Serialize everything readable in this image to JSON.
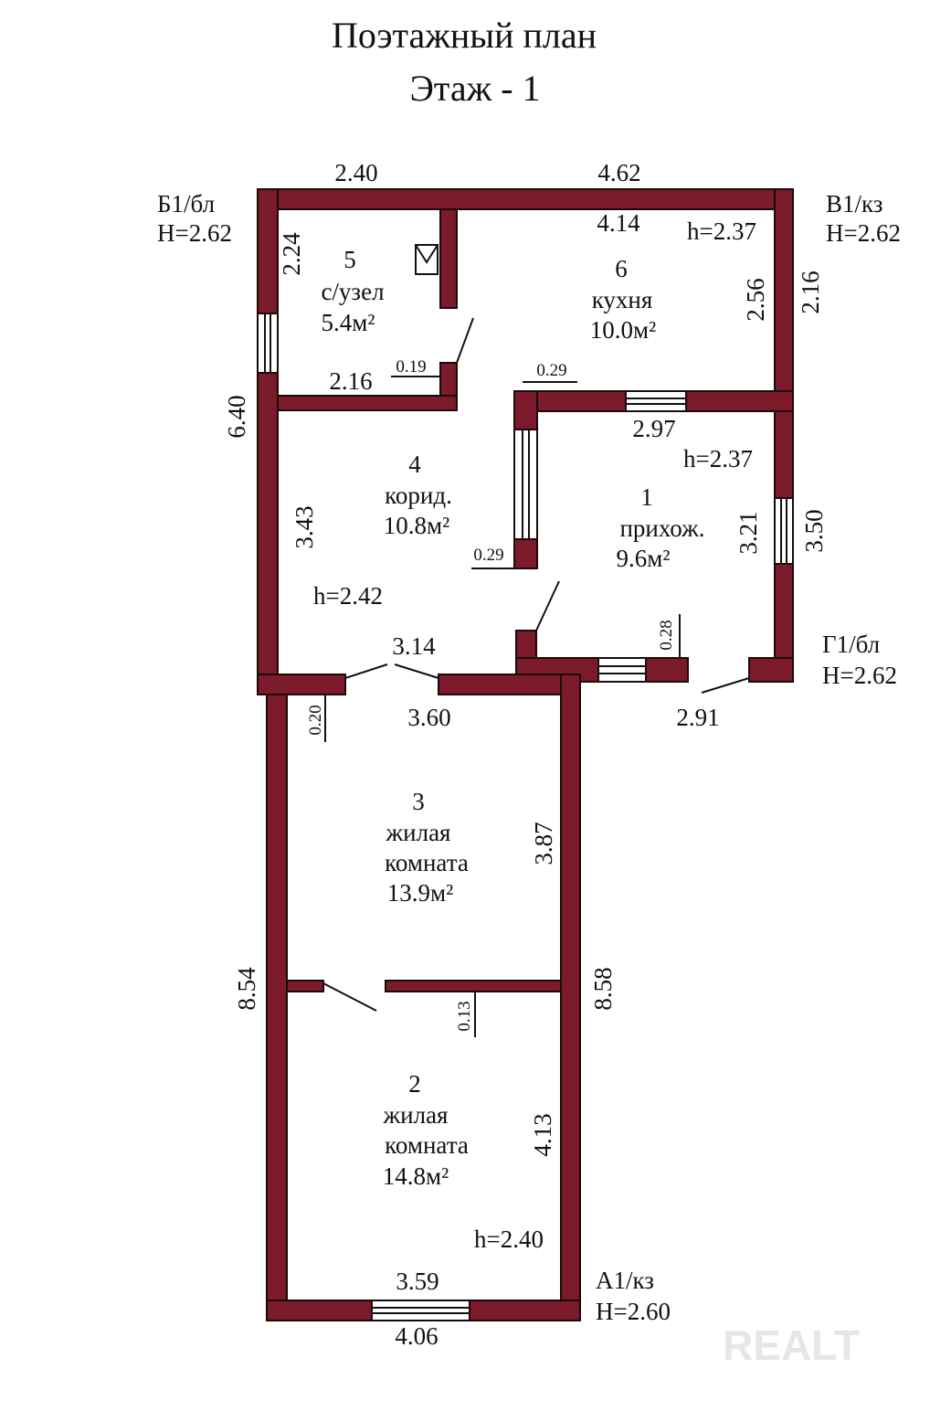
{
  "title": {
    "line1": "Поэтажный план",
    "line2": "Этаж  -  1"
  },
  "corners": [
    {
      "id": "b1",
      "name": "Б1/бл",
      "height": "H=2.62"
    },
    {
      "id": "v1",
      "name": "В1/кз",
      "height": "H=2.62"
    },
    {
      "id": "g1",
      "name": "Г1/бл",
      "height": "H=2.62"
    },
    {
      "id": "a1",
      "name": "А1/кз",
      "height": "H=2.60"
    }
  ],
  "rooms": [
    {
      "number": "5",
      "name": "с/узел",
      "area": "5.4м²"
    },
    {
      "number": "6",
      "name": "кухня",
      "area": "10.0м²",
      "height": "h=2.37"
    },
    {
      "number": "4",
      "name": "корид.",
      "area": "10.8м²",
      "height": "h=2.42"
    },
    {
      "number": "1",
      "name": "прихож.",
      "area": "9.6м²",
      "height": "h=2.37"
    },
    {
      "number": "3",
      "name": "жилая",
      "name2": "комната",
      "area": "13.9м²"
    },
    {
      "number": "2",
      "name": "жилая",
      "name2": "комната",
      "area": "14.8м²",
      "height": "h=2.40"
    }
  ],
  "dimensions": {
    "top_left": "2.40",
    "top_right": "4.62",
    "kitchen_inner_top": "4.14",
    "wc_left": "2.24",
    "wc_bottom": "2.16",
    "wc_wall": "0.19",
    "kitchen_right": "2.56",
    "right_outer_top": "2.16",
    "hall_wall_top": "0.29",
    "hall_top": "2.97",
    "hall_right": "3.21",
    "right_outer_mid": "3.50",
    "left_outer_top": "6.40",
    "corridor_left": "3.43",
    "corridor_wall": "0.29",
    "hall_wall_bottom": "0.28",
    "corridor_bottom": "3.14",
    "hall_bottom": "2.91",
    "room3_wall": "0.20",
    "room3_top": "3.60",
    "room3_right": "3.87",
    "left_outer_bottom": "8.54",
    "right_outer_bottom": "8.58",
    "room2_wall": "0.13",
    "room2_right": "4.13",
    "room2_bottom_inner": "3.59",
    "bottom_outer": "4.06"
  },
  "watermark": "REALT",
  "colors": {
    "wall": "#7b1a2a",
    "background": "#ffffff"
  }
}
